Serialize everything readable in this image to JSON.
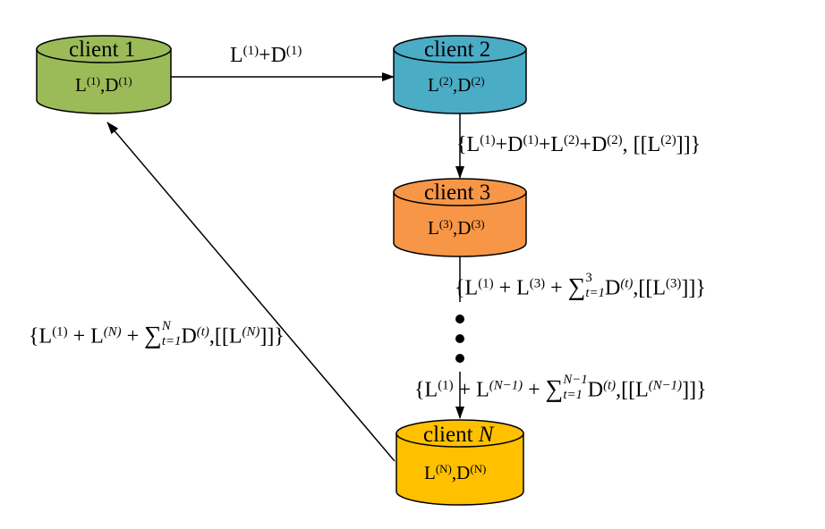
{
  "colors": {
    "client1": "#9bbb59",
    "client2": "#4bacc6",
    "client3": "#f79646",
    "clientN": "#ffc000",
    "stroke": "#000000"
  },
  "nodes": [
    {
      "id": "client1",
      "title_prefix": "client",
      "title_suffix": "1",
      "inner_a": "L",
      "inner_a_sup": "(1)",
      "inner_sep": ",",
      "inner_b": "D",
      "inner_b_sup": "(1)"
    },
    {
      "id": "client2",
      "title_prefix": "client",
      "title_suffix": "2",
      "inner_a": "L",
      "inner_a_sup": "(2)",
      "inner_sep": ",",
      "inner_b": "D",
      "inner_b_sup": "(2)"
    },
    {
      "id": "client3",
      "title_prefix": "client",
      "title_suffix": "3",
      "inner_a": "L",
      "inner_a_sup": "(3)",
      "inner_sep": ",",
      "inner_b": "D",
      "inner_b_sup": "(3)"
    },
    {
      "id": "clientN",
      "title_prefix": "client",
      "title_suffix": "N",
      "inner_a": "L",
      "inner_a_sup": "(N)",
      "inner_sep": ",",
      "inner_b": "D",
      "inner_b_sup": "(N)"
    }
  ],
  "edges": {
    "e12": {
      "a": "L",
      "a_sup": "(1)",
      "plus": "+",
      "b": "D",
      "b_sup": "(1)"
    },
    "e23": {
      "open": "{",
      "t1": "L",
      "t1_sup": "(1)",
      "p1": "+",
      "t2": "D",
      "t2_sup": "(1)",
      "p2": "+",
      "t3": "L",
      "t3_sup": "(2)",
      "p3": "+",
      "t4": "D",
      "t4_sup": "(2)",
      "sep": ", [[",
      "t5": "L",
      "t5_sup": "(2)",
      "close": "]]}"
    },
    "e3d": {
      "open": "{",
      "t1": "L",
      "t1_sup": "(1)",
      "p1": " + ",
      "t2": "L",
      "t2_sup": "(3)",
      "p2": " + ",
      "sigma": "∑",
      "sig_up": "3",
      "sig_dn": "t=1",
      "t3": "D",
      "t3_sup": "(t)",
      "sep": ",[[",
      "t4": "L",
      "t4_sup": "(3)",
      "close": "]]}"
    },
    "edN": {
      "open": "{",
      "t1": "L",
      "t1_sup": "(1)",
      "p1": " + ",
      "t2": "L",
      "t2_sup": "(N−1)",
      "p2": " + ",
      "sigma": "∑",
      "sig_up": "N−1",
      "sig_dn": "t=1",
      "t3": "D",
      "t3_sup": "(t)",
      "sep": ",[[",
      "t4": "L",
      "t4_sup": "(N−1)",
      "close": "]]}"
    },
    "eN1": {
      "open": "{",
      "t1": "L",
      "t1_sup": "(1)",
      "p1": " + ",
      "t2": "L",
      "t2_sup": "(N)",
      "p2": " + ",
      "sigma": "∑",
      "sig_up": "N",
      "sig_dn": "t=1",
      "t3": "D",
      "t3_sup": "(t)",
      "sep": ",[[",
      "t4": "L",
      "t4_sup": "(N)",
      "close": "]]}"
    }
  }
}
